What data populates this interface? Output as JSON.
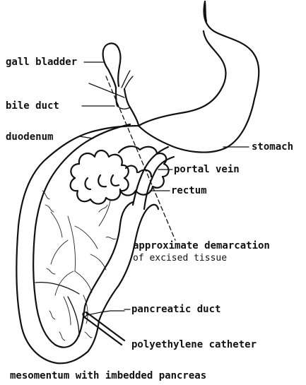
{
  "diagram": {
    "labels": {
      "gall_bladder": "gall bladder",
      "bile_duct": "bile duct",
      "duodenum": "duodenum",
      "stomach": "stomach",
      "portal_vein": "portal vein",
      "rectum": "rectum",
      "approx_line1": "approximate demarcation",
      "approx_line2": "of excised tissue",
      "pancreatic_duct": "pancreatic duct",
      "catheter": "polyethylene catheter",
      "mesomentum": "mesomentum with imbedded pancreas"
    }
  }
}
